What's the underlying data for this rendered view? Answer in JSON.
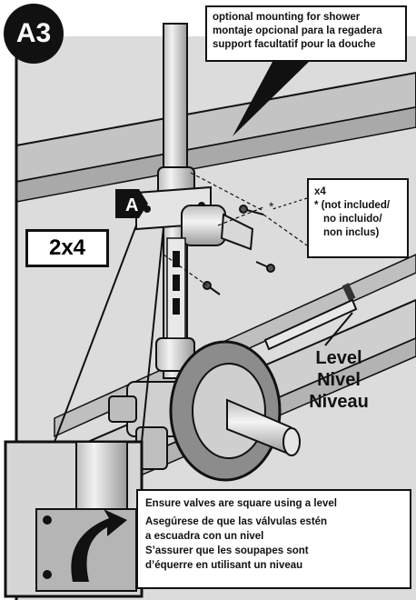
{
  "step": {
    "label": "A3"
  },
  "callout_mounting": {
    "lines": [
      "optional mounting for shower",
      "montaje opcional para la regadera",
      "support facultatif pour la douche"
    ]
  },
  "callout_screws": {
    "count": "x4",
    "lines": [
      "* (not included/",
      "no incluido/",
      "non inclus)"
    ]
  },
  "lumber_label": "2x4",
  "marker_label": "A",
  "level_label": {
    "lines": [
      "Level",
      "Nivel",
      "Niveau"
    ]
  },
  "callout_instructions": {
    "lines": [
      "Ensure valves are square using a level",
      "Asegúrese de que las válvulas estén",
      "a escuadra con un nivel",
      "S’assurer que les soupapes sont",
      "d’équerre en utilisant un niveau"
    ]
  },
  "asterisk": "*"
}
